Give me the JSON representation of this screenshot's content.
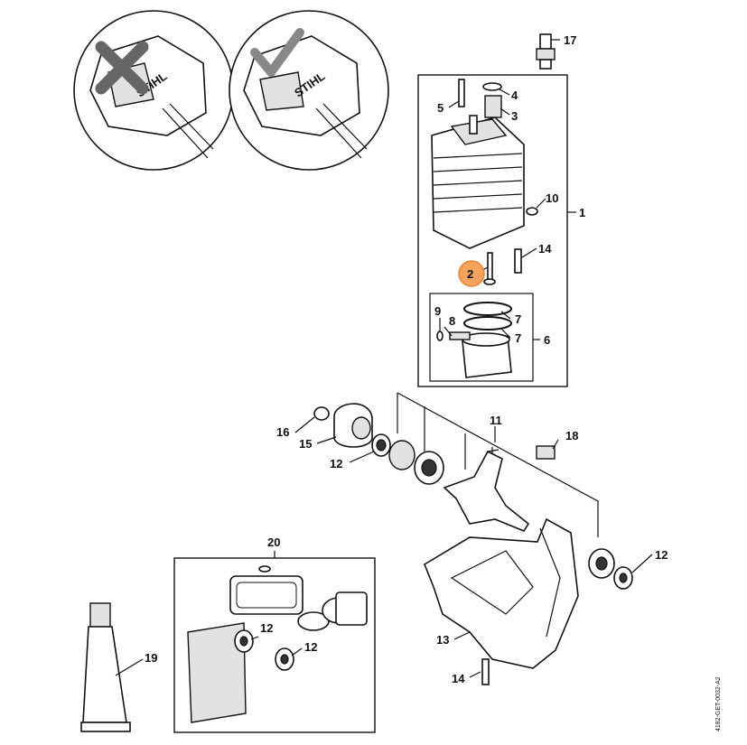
{
  "diagram": {
    "drawing_code": "4182-GET-0032-A2",
    "highlighted_part": "2",
    "highlight_color": "#f5a25d",
    "brand_mark": "STIHL",
    "callouts": {
      "c1": "1",
      "c2": "2",
      "c3": "3",
      "c4": "4",
      "c5": "5",
      "c6": "6",
      "c7a": "7",
      "c7b": "7",
      "c8": "8",
      "c9": "9",
      "c10": "10",
      "c11": "11",
      "c12a": "12",
      "c12b": "12",
      "c12c": "12",
      "c12d": "12",
      "c13": "13",
      "c14a": "14",
      "c14b": "14",
      "c15": "15",
      "c16": "16",
      "c17": "17",
      "c18": "18",
      "c19": "19",
      "c20": "20"
    }
  }
}
